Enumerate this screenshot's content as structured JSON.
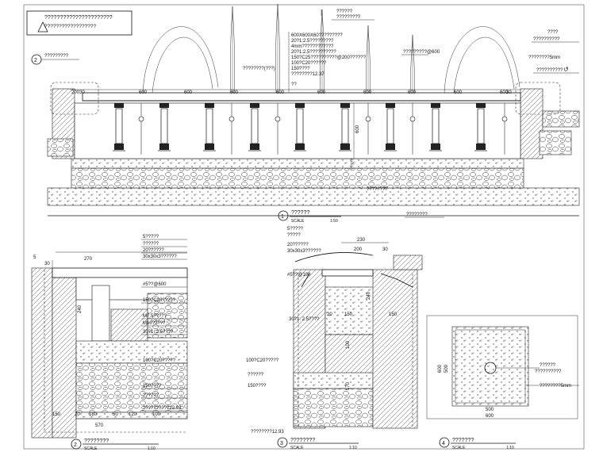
{
  "title_box": {
    "line1": "??????????????????????",
    "line2": "??????????????????"
  },
  "top_section": {
    "marker_left_num": "2",
    "marker_left_text": "?????????",
    "dims": [
      "200",
      "30",
      "600",
      "600",
      "600",
      "600",
      "600",
      "600",
      "600",
      "600",
      "600",
      "30"
    ],
    "vertical_dim": "600",
    "center_label": "??",
    "label_top1": "??????",
    "label_top2": "?????????",
    "layers": [
      "600X600X60?????????",
      "20?1:2.5?????????",
      "4mm????????????",
      "20?1:2.5??????????",
      "150?C25??????????@200??????",
      "100?C20??????",
      "150????",
      "????????12.37"
    ],
    "nozzle_label": "?????????@600",
    "right_note1": "????",
    "right_note2": "??????????",
    "right_note3": "????????5mm",
    "right_note4": "??????????",
    "bottom_right_label": "????????",
    "pipe_label": "????????",
    "center_small": "????????(???)",
    "sub_label": "?????",
    "title_num": "1",
    "title_text": "??????",
    "title_scale": "SCALE",
    "title_ratio": "1:50"
  },
  "section2": {
    "labels": [
      "5?????",
      "??????",
      "20??????",
      "30x30x3??????",
      "#5??@600",
      "150?C20?????",
      "M7.5?????",
      "M10?????",
      "30?1: 2.5????",
      "100?C20?????",
      "150????",
      "??????",
      "??????????12.93"
    ],
    "dims_top": [
      "5",
      "30",
      "270"
    ],
    "dim_vert": "240",
    "dims_bottom": [
      "150",
      "20",
      "180",
      "50",
      "120",
      "100"
    ],
    "dim_total": "570",
    "title_num": "2",
    "title_text": "????????",
    "title_scale": "SCALE",
    "title_ratio": "1:10"
  },
  "section3": {
    "labels": [
      "5?????",
      "?????",
      "20??????",
      "30x30x3??????",
      "#5??@100",
      "30?1: 2.5????",
      "100?C20?????",
      "??????",
      "150????",
      "????????12.93"
    ],
    "dims_top": [
      "230",
      "200",
      "30"
    ],
    "dims_mid": [
      "20",
      "150",
      "150"
    ],
    "dim_vert": "240",
    "dim_vert2": "100",
    "dim_vert3": "170",
    "title_num": "3",
    "title_text": "????????",
    "title_scale": "SCALE",
    "title_ratio": "1:10"
  },
  "section4": {
    "labels": [
      "??????",
      "??????????",
      "????????5mm"
    ],
    "dims_side": [
      "600",
      "500"
    ],
    "dims_bottom": [
      "500",
      "600"
    ],
    "title_num": "4",
    "title_text": "???????",
    "title_scale": "SCALE",
    "title_ratio": "1:10"
  }
}
